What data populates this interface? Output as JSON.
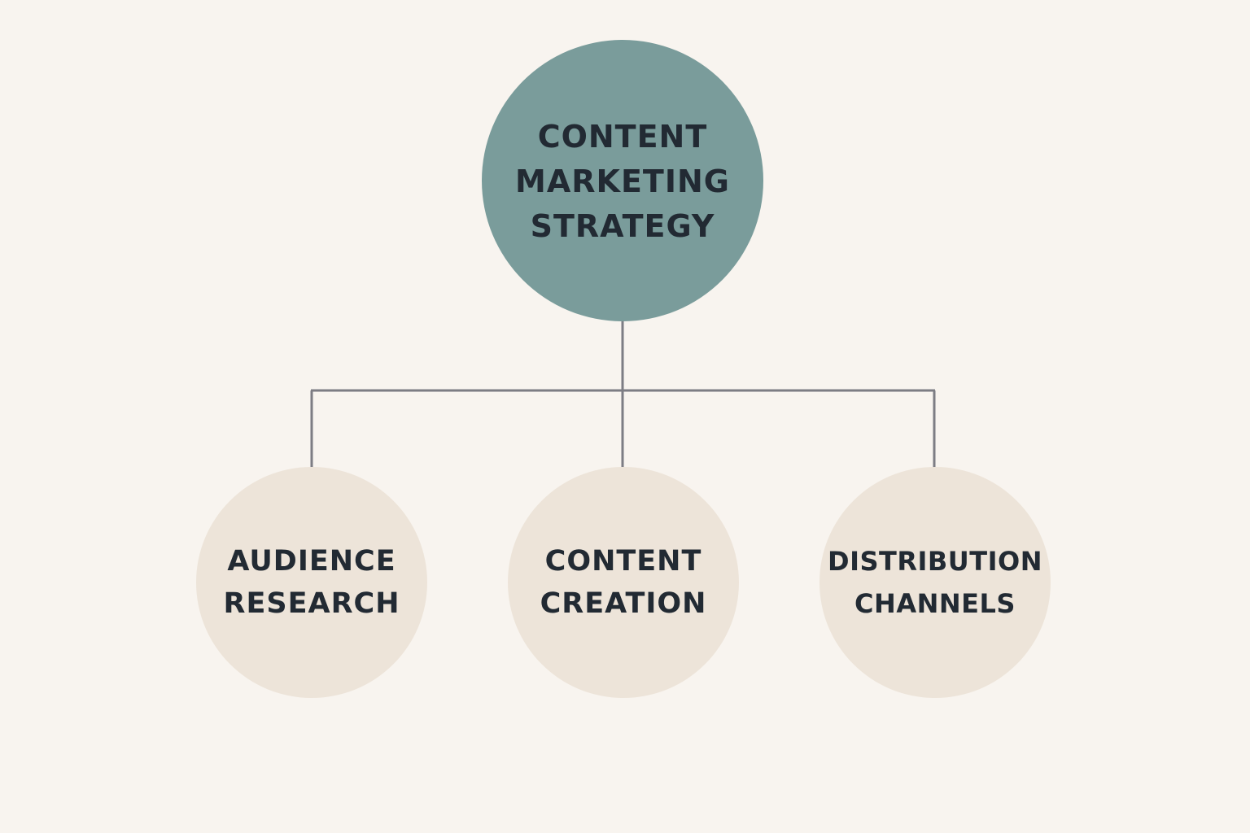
{
  "diagram": {
    "root": {
      "lines": [
        "CONTENT",
        "MARKETING",
        "STRATEGY"
      ],
      "color": "#7a9c9b"
    },
    "children": [
      {
        "lines": [
          "AUDIENCE",
          "RESEARCH"
        ]
      },
      {
        "lines": [
          "CONTENT",
          "CREATION"
        ]
      },
      {
        "lines": [
          "DISTRIBUTION",
          "CHANNELS"
        ]
      }
    ],
    "child_color": "#ede4d9",
    "connector_color": "#7d7d84",
    "background": "#f8f4ef",
    "text_color": "#222a33"
  }
}
